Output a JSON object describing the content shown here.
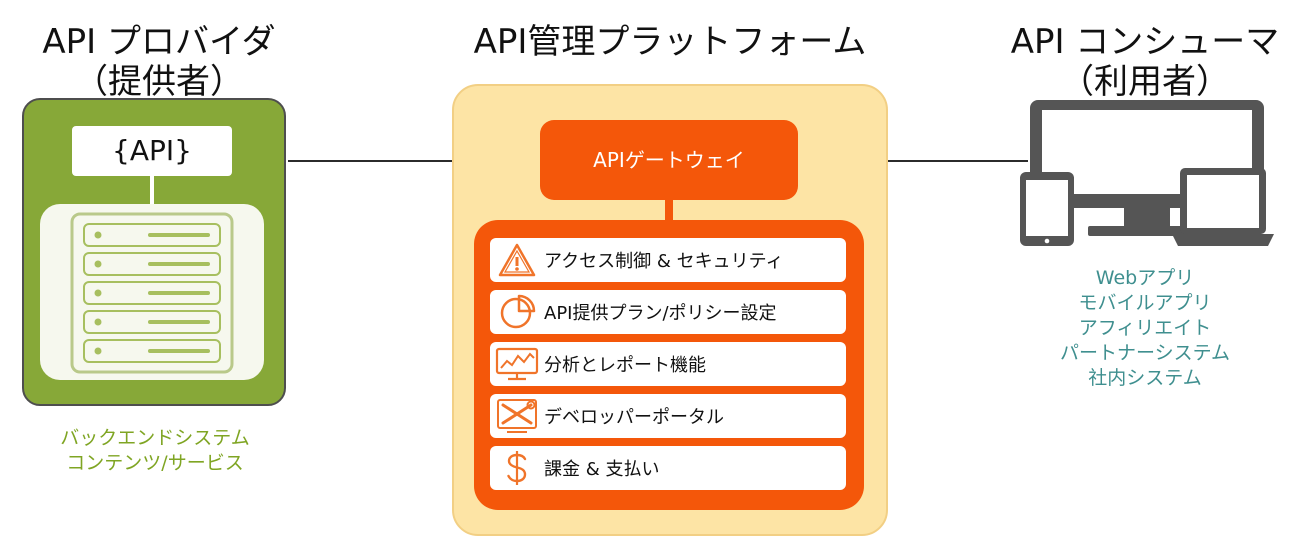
{
  "provider": {
    "title_line1": "API プロバイダ",
    "title_line2": "（提供者）",
    "api_tag": "{API}",
    "caption": [
      "バックエンドシステム",
      "コンテンツ/サービス"
    ]
  },
  "platform": {
    "title": "API管理プラットフォーム",
    "gateway": "APIゲートウェイ",
    "features": [
      {
        "icon": "warning-icon",
        "label": "アクセス制御 & セキュリティ"
      },
      {
        "icon": "pie-chart-icon",
        "label": "API提供プラン/ポリシー設定"
      },
      {
        "icon": "analytics-monitor-icon",
        "label": "分析とレポート機能"
      },
      {
        "icon": "tools-icon",
        "label": "デベロッパーポータル"
      },
      {
        "icon": "dollar-icon",
        "label": "課金 & 支払い"
      }
    ]
  },
  "consumer": {
    "title_line1": "API コンシューマ",
    "title_line2": "（利用者）",
    "caption": [
      "Webアプリ",
      "モバイルアプリ",
      "アフィリエイト",
      "パートナーシステム",
      "社内システム"
    ]
  },
  "colors": {
    "provider_green": "#87a838",
    "platform_orange": "#f4570a",
    "platform_bg": "#fde4a5",
    "consumer_teal": "#3f8f8f",
    "device_gray": "#555555"
  }
}
